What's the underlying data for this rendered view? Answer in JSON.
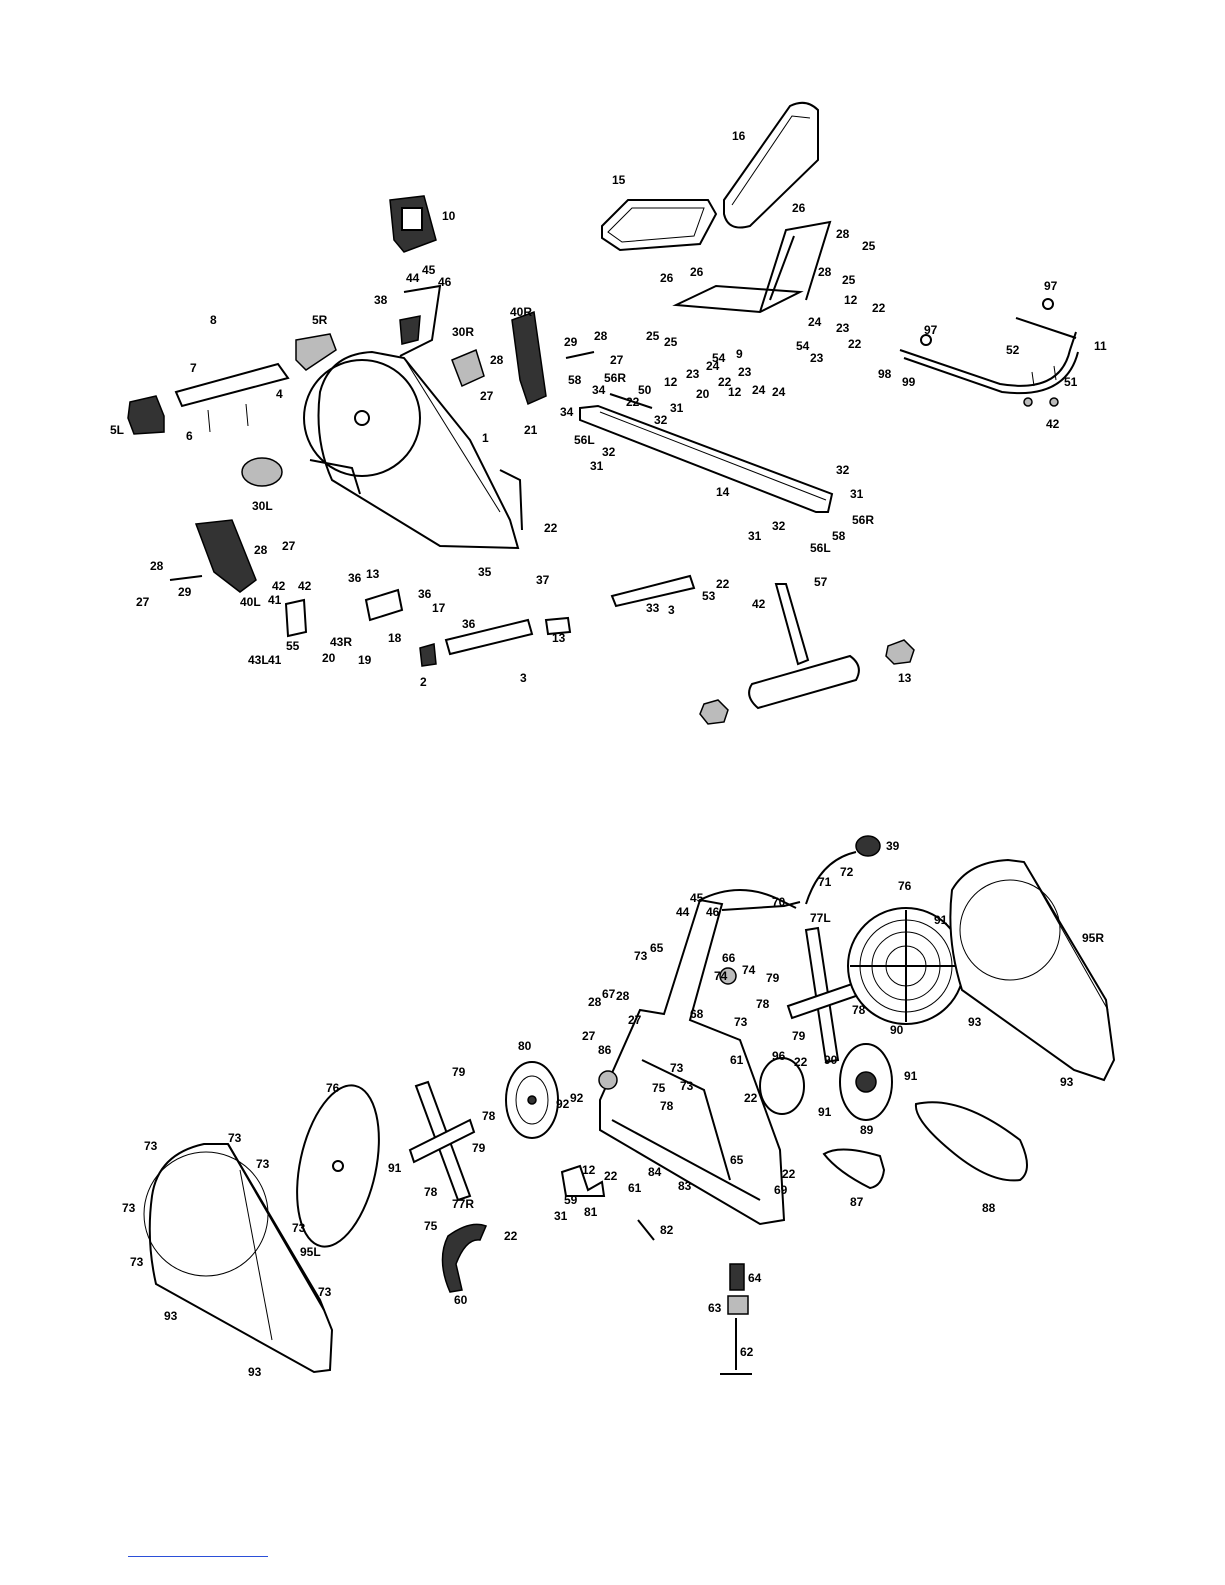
{
  "diagram_top": {
    "labels": [
      "16",
      "15",
      "26",
      "28",
      "25",
      "10",
      "26",
      "26",
      "28",
      "25",
      "97",
      "44",
      "45",
      "46",
      "38",
      "12",
      "22",
      "5R",
      "40R",
      "30R",
      "28",
      "29",
      "28",
      "27",
      "25",
      "24",
      "9",
      "54",
      "23",
      "22",
      "97",
      "8",
      "25",
      "23",
      "12",
      "54",
      "24",
      "52",
      "11",
      "7",
      "23",
      "22",
      "12",
      "23",
      "24",
      "98",
      "99",
      "51",
      "4",
      "27",
      "58",
      "56R",
      "22",
      "50",
      "20",
      "34",
      "24",
      "42",
      "5L",
      "6",
      "21",
      "34",
      "32",
      "31",
      "1",
      "56L",
      "32",
      "31",
      "32",
      "31",
      "56R",
      "30L",
      "14",
      "22",
      "28",
      "27",
      "31",
      "32",
      "58",
      "56L",
      "28",
      "29",
      "27",
      "40L",
      "35",
      "37",
      "22",
      "57",
      "42",
      "42",
      "36",
      "13",
      "36",
      "17",
      "53",
      "33",
      "3",
      "42",
      "13",
      "41",
      "43R",
      "18",
      "19",
      "36",
      "13",
      "43L",
      "41",
      "55",
      "20",
      "2",
      "3"
    ]
  },
  "diagram_bottom": {
    "labels": [
      "39",
      "71",
      "72",
      "76",
      "91",
      "95R",
      "45",
      "70",
      "44",
      "46",
      "77L",
      "73",
      "65",
      "66",
      "74",
      "74",
      "79",
      "67",
      "28",
      "28",
      "27",
      "68",
      "73",
      "78",
      "78",
      "27",
      "93",
      "79",
      "90",
      "73",
      "80",
      "96",
      "22",
      "90",
      "86",
      "91",
      "61",
      "93",
      "79",
      "73",
      "91",
      "92",
      "92",
      "75",
      "22",
      "89",
      "78",
      "78",
      "73",
      "76",
      "79",
      "73",
      "65",
      "91",
      "73",
      "84",
      "22",
      "12",
      "22",
      "83",
      "69",
      "61",
      "87",
      "88",
      "59",
      "73",
      "31",
      "81",
      "78",
      "77R",
      "73",
      "95L",
      "75",
      "22",
      "82",
      "73",
      "64",
      "60",
      "93",
      "63",
      "73",
      "62",
      "93"
    ]
  }
}
